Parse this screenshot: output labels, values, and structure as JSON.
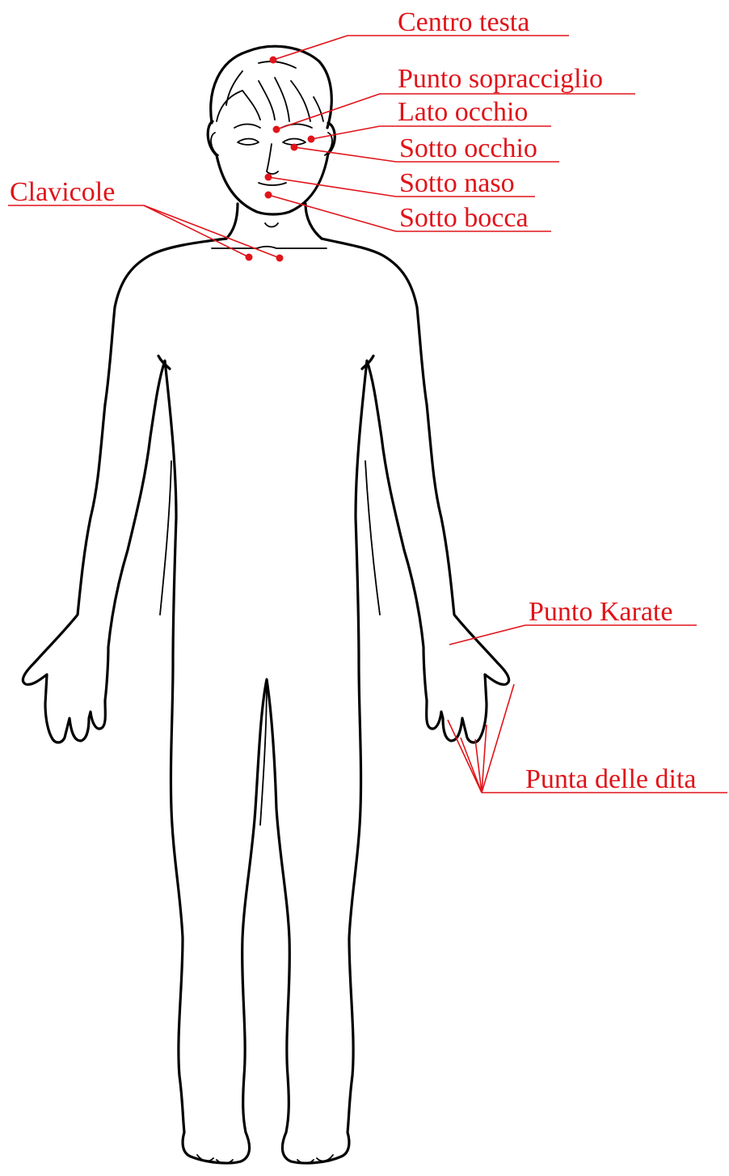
{
  "diagram": {
    "accent_color": "#e0141a",
    "outline_color": "#000000",
    "labels": {
      "centro_testa": "Centro testa",
      "punto_sopracciglio": "Punto sopracciglio",
      "lato_occhio": "Lato occhio",
      "sotto_occhio": "Sotto occhio",
      "sotto_naso": "Sotto naso",
      "sotto_bocca": "Sotto bocca",
      "clavicole": "Clavicole",
      "punto_karate": "Punto Karate",
      "punta_delle_dita": "Punta delle dita"
    }
  }
}
